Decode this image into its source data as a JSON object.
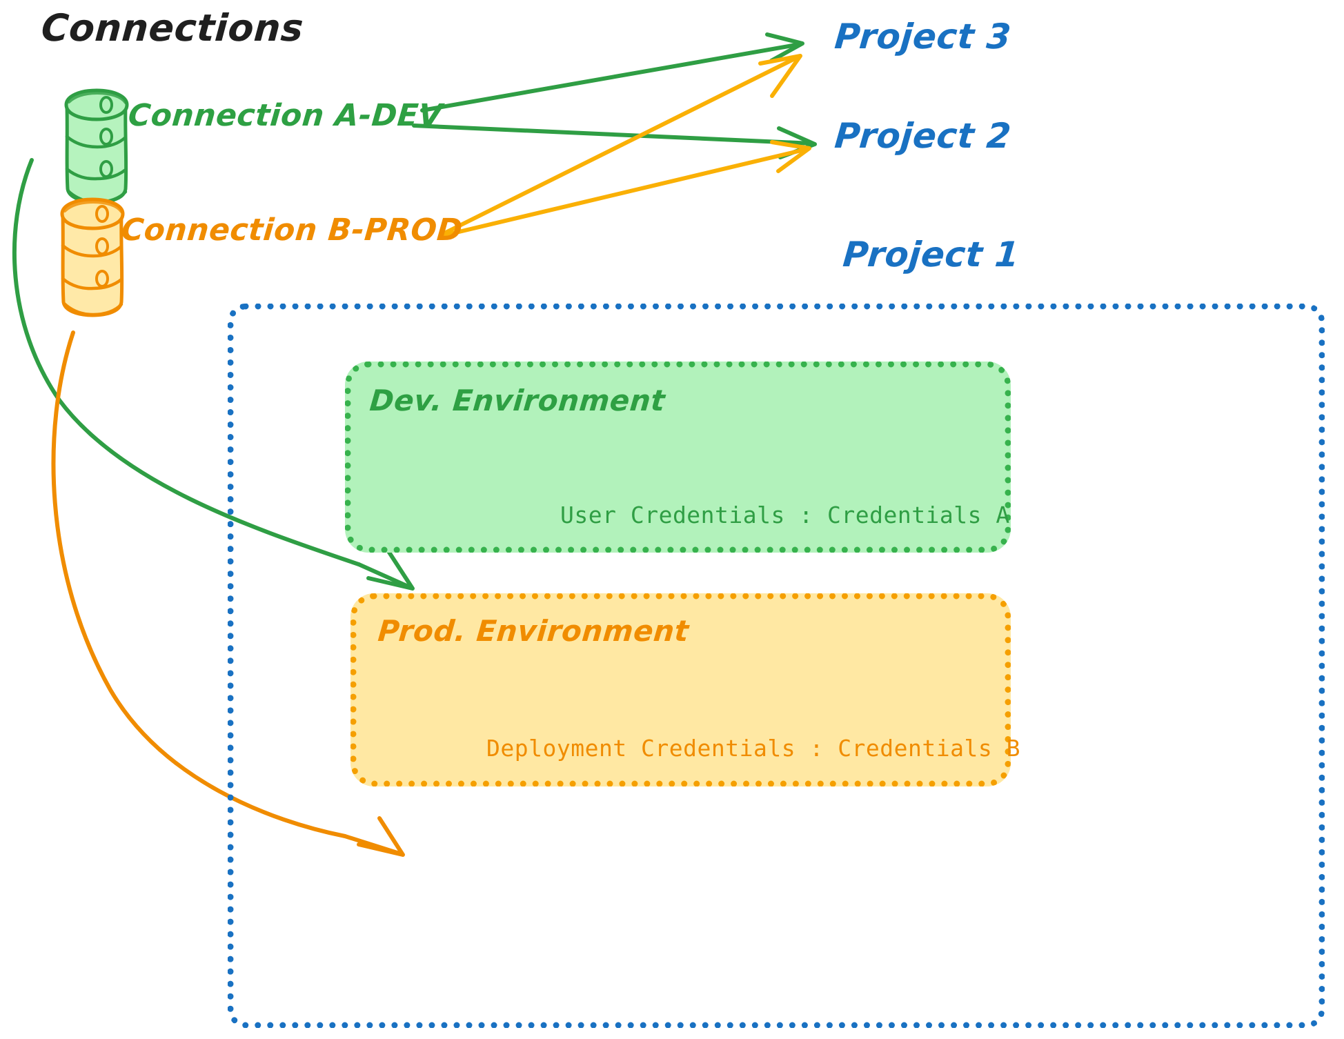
{
  "diagram": {
    "title": "Connections",
    "title_color": "#1f1f1f",
    "background": "#ffffff"
  },
  "colors": {
    "green_stroke": "#2f9e44",
    "green_fill": "#b2f2bb",
    "green_dots": "#37b24d",
    "orange_stroke": "#f08c00",
    "orange_fill": "#ffe8a3",
    "orange_dots": "#f59f00",
    "blue_text": "#1971c2",
    "blue_dots": "#1971c2"
  },
  "connections": [
    {
      "id": "connection-a-dev",
      "label": "Connection A-DEV",
      "color": "#2ea043",
      "icon": "database-cylinder-icon"
    },
    {
      "id": "connection-b-prod",
      "label": "Connection B-PROD",
      "color": "#f08c00",
      "icon": "database-cylinder-icon"
    }
  ],
  "projects": [
    {
      "id": "project-3",
      "label": "Project 3"
    },
    {
      "id": "project-2",
      "label": "Project 2"
    },
    {
      "id": "project-1",
      "label": "Project 1"
    }
  ],
  "project_1": {
    "label": "Project 1",
    "environments": [
      {
        "id": "dev-environment",
        "title": "Dev. Environment",
        "credentials_text": "User Credentials : Credentials A",
        "color": "#2f9e44",
        "fill": "#b2f2bb"
      },
      {
        "id": "prod-environment",
        "title": "Prod. Environment",
        "credentials_text": "Deployment Credentials : Credentials B",
        "color": "#f08c00",
        "fill": "#ffe8a3"
      }
    ]
  },
  "edges": [
    {
      "id": "edge-a-dev-to-project-3",
      "from": "connection-a-dev",
      "to": "project-3",
      "color": "#2f9e44"
    },
    {
      "id": "edge-a-dev-to-project-2",
      "from": "connection-a-dev",
      "to": "project-2",
      "color": "#2f9e44"
    },
    {
      "id": "edge-a-dev-to-dev-environment",
      "from": "connection-a-dev",
      "to": "dev-environment",
      "color": "#2f9e44"
    },
    {
      "id": "edge-b-prod-to-project-3",
      "from": "connection-b-prod",
      "to": "project-3",
      "color": "#f59f00"
    },
    {
      "id": "edge-b-prod-to-project-2",
      "from": "connection-b-prod",
      "to": "project-2",
      "color": "#f59f00"
    },
    {
      "id": "edge-b-prod-to-prod-environment",
      "from": "connection-b-prod",
      "to": "prod-environment",
      "color": "#f08c00"
    }
  ]
}
